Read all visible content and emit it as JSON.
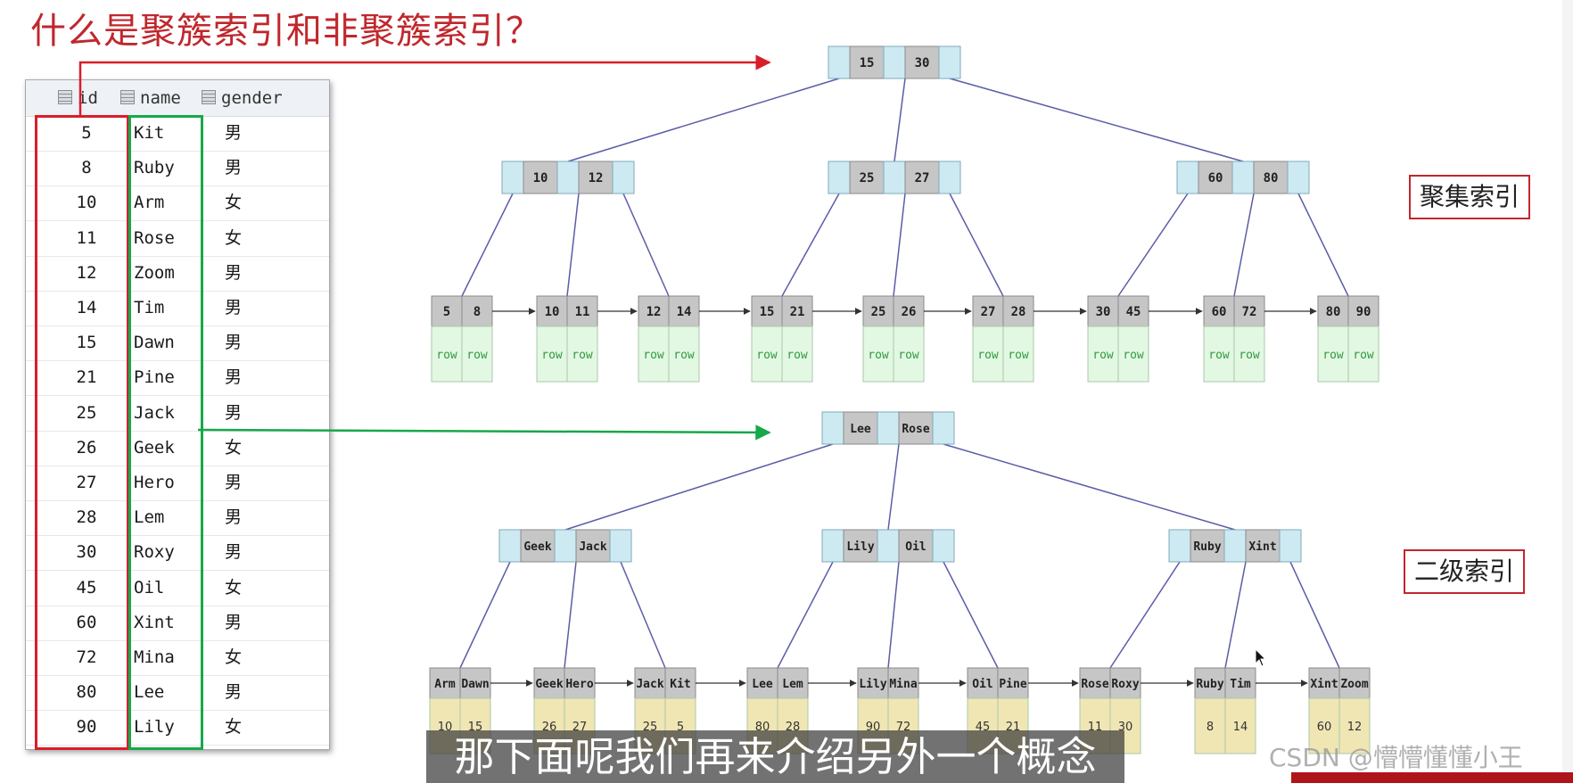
{
  "title": "什么是聚簇索引和非聚簇索引？",
  "table": {
    "headers": [
      "id",
      "name",
      "gender"
    ],
    "rows": [
      [
        "5",
        "Kit",
        "男"
      ],
      [
        "8",
        "Ruby",
        "男"
      ],
      [
        "10",
        "Arm",
        "女"
      ],
      [
        "11",
        "Rose",
        "女"
      ],
      [
        "12",
        "Zoom",
        "男"
      ],
      [
        "14",
        "Tim",
        "男"
      ],
      [
        "15",
        "Dawn",
        "男"
      ],
      [
        "21",
        "Pine",
        "男"
      ],
      [
        "25",
        "Jack",
        "男"
      ],
      [
        "26",
        "Geek",
        "女"
      ],
      [
        "27",
        "Hero",
        "男"
      ],
      [
        "28",
        "Lem",
        "男"
      ],
      [
        "30",
        "Roxy",
        "男"
      ],
      [
        "45",
        "Oil",
        "女"
      ],
      [
        "60",
        "Xint",
        "男"
      ],
      [
        "72",
        "Mina",
        "女"
      ],
      [
        "80",
        "Lee",
        "男"
      ],
      [
        "90",
        "Lily",
        "女"
      ]
    ]
  },
  "clustered_index": {
    "label": "聚集索引",
    "root": [
      "15",
      "30"
    ],
    "internal": [
      [
        "10",
        "12"
      ],
      [
        "25",
        "27"
      ],
      [
        "60",
        "80"
      ]
    ],
    "leaves": [
      [
        "5",
        "8"
      ],
      [
        "10",
        "11"
      ],
      [
        "12",
        "14"
      ],
      [
        "15",
        "21"
      ],
      [
        "25",
        "26"
      ],
      [
        "27",
        "28"
      ],
      [
        "30",
        "45"
      ],
      [
        "60",
        "72"
      ],
      [
        "80",
        "90"
      ]
    ],
    "row_text": "row"
  },
  "secondary_index": {
    "label": "二级索引",
    "root": [
      "Lee",
      "Rose"
    ],
    "internal": [
      [
        "Geek",
        "Jack"
      ],
      [
        "Lily",
        "Oil"
      ],
      [
        "Ruby",
        "Xint"
      ]
    ],
    "leaves": [
      {
        "keys": [
          "Arm",
          "Dawn"
        ],
        "ids": [
          "10",
          "15"
        ]
      },
      {
        "keys": [
          "Geek",
          "Hero"
        ],
        "ids": [
          "26",
          "27"
        ]
      },
      {
        "keys": [
          "Jack",
          "Kit"
        ],
        "ids": [
          "25",
          "5"
        ]
      },
      {
        "keys": [
          "Lee",
          "Lem"
        ],
        "ids": [
          "80",
          "28"
        ]
      },
      {
        "keys": [
          "Lily",
          "Mina"
        ],
        "ids": [
          "90",
          "72"
        ]
      },
      {
        "keys": [
          "Oil",
          "Pine"
        ],
        "ids": [
          "45",
          "21"
        ]
      },
      {
        "keys": [
          "Rose",
          "Roxy"
        ],
        "ids": [
          "11",
          "30"
        ]
      },
      {
        "keys": [
          "Ruby",
          "Tim"
        ],
        "ids": [
          "8",
          "14"
        ]
      },
      {
        "keys": [
          "Xint",
          "Zoom"
        ],
        "ids": [
          "60",
          "12"
        ]
      }
    ]
  },
  "caption": "那下面呢我们再来介绍另外一个概念",
  "watermark": "CSDN @懵懵懂懂小王",
  "colors": {
    "accent_red": "#c0272d",
    "highlight_green": "#17a84a",
    "node_key": "#c6c6c6",
    "node_pointer": "#cdeaf3",
    "row_cell": "#e2f8e2",
    "secondary_cell": "#f0e6b4",
    "edge": "#5c5ca8"
  }
}
